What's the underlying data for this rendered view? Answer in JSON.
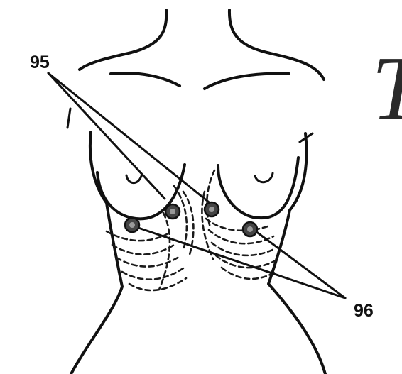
{
  "labels": {
    "upper_pointer": "95",
    "lower_pointer": "96"
  },
  "page_letter": "T",
  "colors": {
    "ink": "#111111",
    "paper": "#ffffff"
  }
}
